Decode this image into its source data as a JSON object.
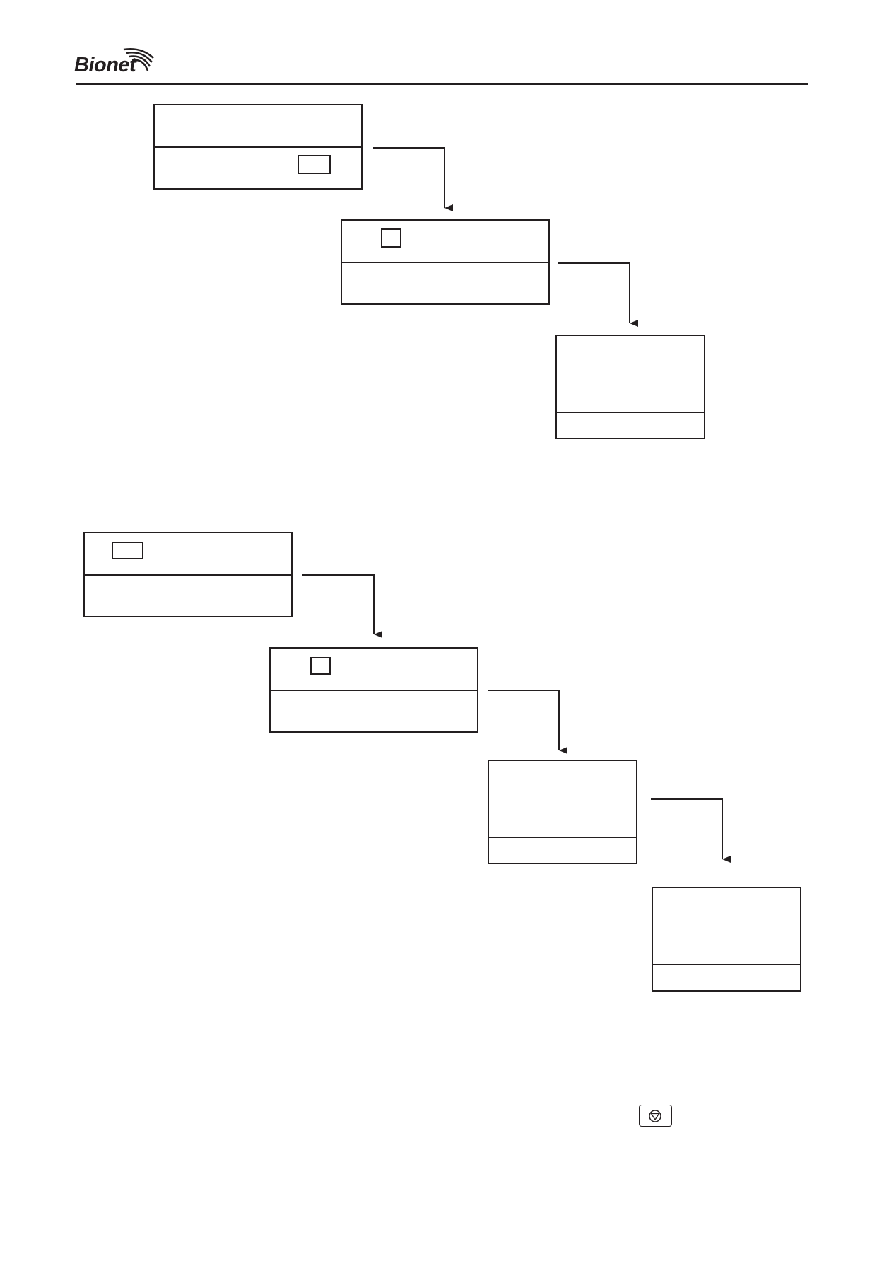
{
  "header": {
    "brand": "Bionet",
    "rule_color": "#231f20"
  },
  "diagram": {
    "line_color": "#231f20",
    "flow_1": {
      "steps": 3
    },
    "flow_2": {
      "steps": 4
    }
  },
  "button": {
    "icon": "stop-triangle-icon"
  }
}
